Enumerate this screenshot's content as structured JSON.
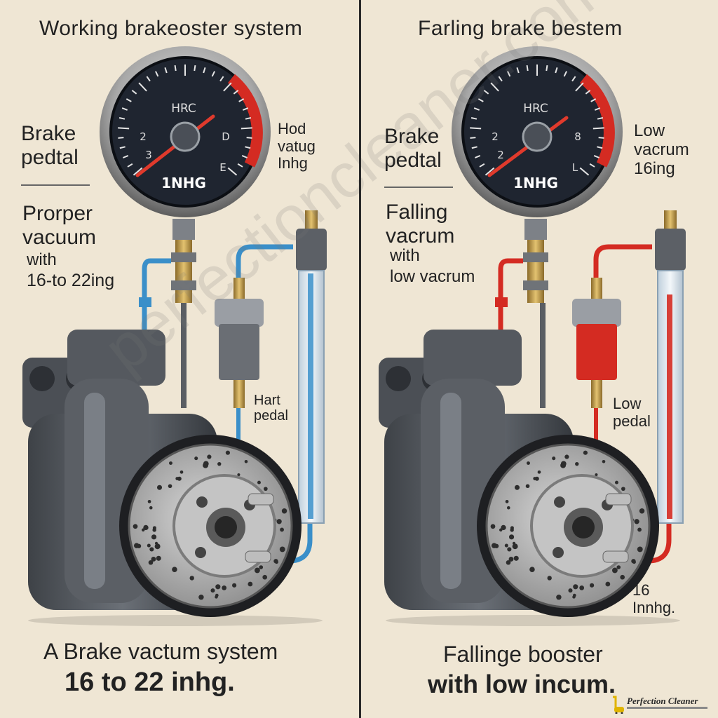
{
  "left_panel": {
    "title": "Working brakeoster system",
    "brake_label": "Brake pedtal",
    "vacuum_label": "Prorper vacuum",
    "vacuum_detail_1": "with",
    "vacuum_detail_2": "16-to 22ing",
    "gauge_top": "HRC",
    "gauge_unit": "1NHG",
    "gauge_ticks": [
      "2",
      "3",
      "D",
      "E"
    ],
    "hose_label": "Hod vatug Inhg",
    "pedal_label": "Hart pedal",
    "caption_1": "A Brake vactum system",
    "caption_2": "16 to 22 inhg.",
    "hose_color": "#3a8fc9"
  },
  "right_panel": {
    "title": "Farling brake bestem",
    "brake_label": "Brake pedtal",
    "vacuum_label": "Falling vacrum",
    "vacuum_detail_1": "with",
    "vacuum_detail_2": "low vacrum",
    "gauge_top": "HRC",
    "gauge_unit": "1NHG",
    "gauge_ticks": [
      "2",
      "2",
      "8",
      "L"
    ],
    "hose_label": "Low vacrum 16ing",
    "pedal_label": "Low pedal",
    "reading_label": "16 Innhg.",
    "caption_1": "Fallinge booster",
    "caption_2": "with low incum.",
    "hose_color": "#d42b22"
  },
  "watermark": "perfectioncleaner.com",
  "logo": {
    "name": "Perfection Cleaner"
  },
  "colors": {
    "background": "#efe6d4",
    "gauge_face": "#1f2530",
    "gauge_red_zone": "#d42b22",
    "metal": "#5b5f65",
    "divider": "#2a2a2a"
  }
}
